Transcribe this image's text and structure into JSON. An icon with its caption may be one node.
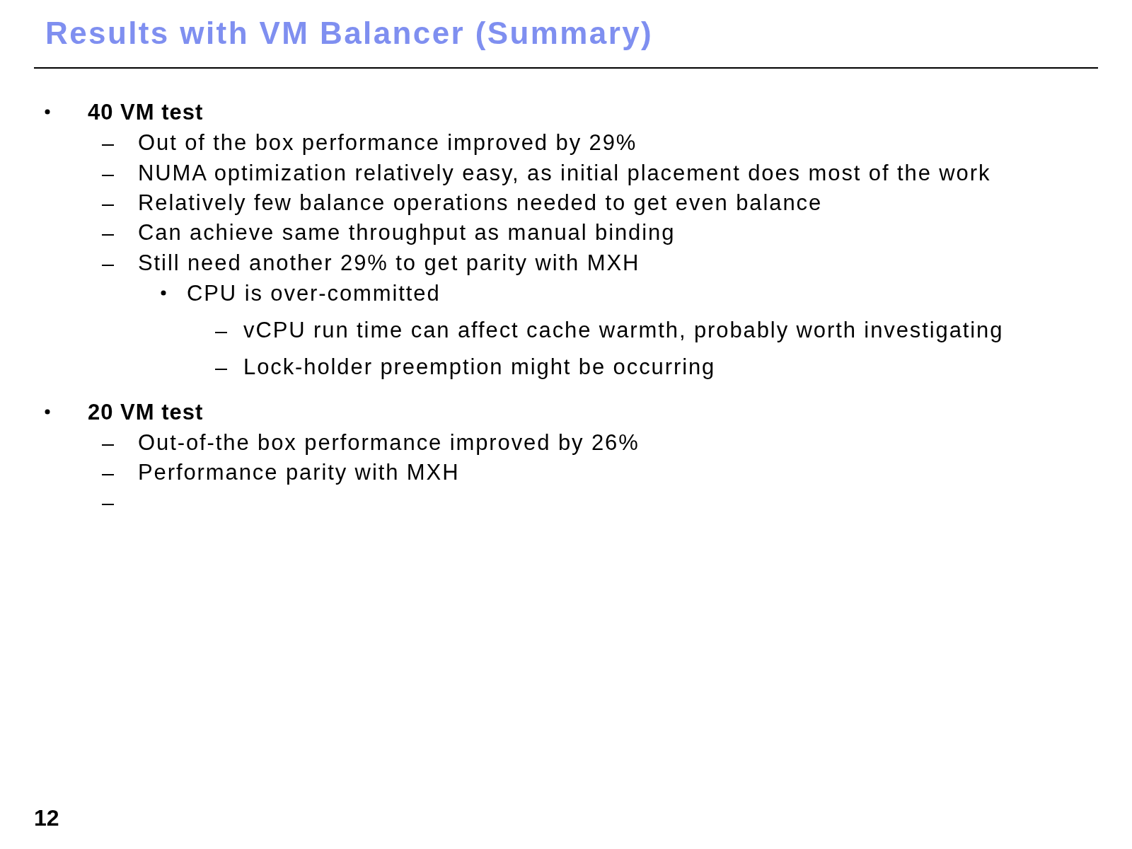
{
  "diagram": {
    "title": "Results with VM Balancer (Summary)",
    "labels": [
      "40 VM test",
      "Out of the box performance improved by 29%",
      "NUMA optimization relatively easy, as initial placement does most of the work",
      "Relatively few balance operations needed to get even balance",
      "Can achieve same throughput as manual binding",
      "Still need another 29% to get parity with MXH",
      "CPU is over-committed",
      "vCPU run time can affect cache warmth, probably worth investigating",
      "Lock-holder preemption might be occurring",
      "20 VM test",
      "Out-of-the box performance improved by 26%",
      "Performance parity with MXH",
      "12"
    ]
  }
}
